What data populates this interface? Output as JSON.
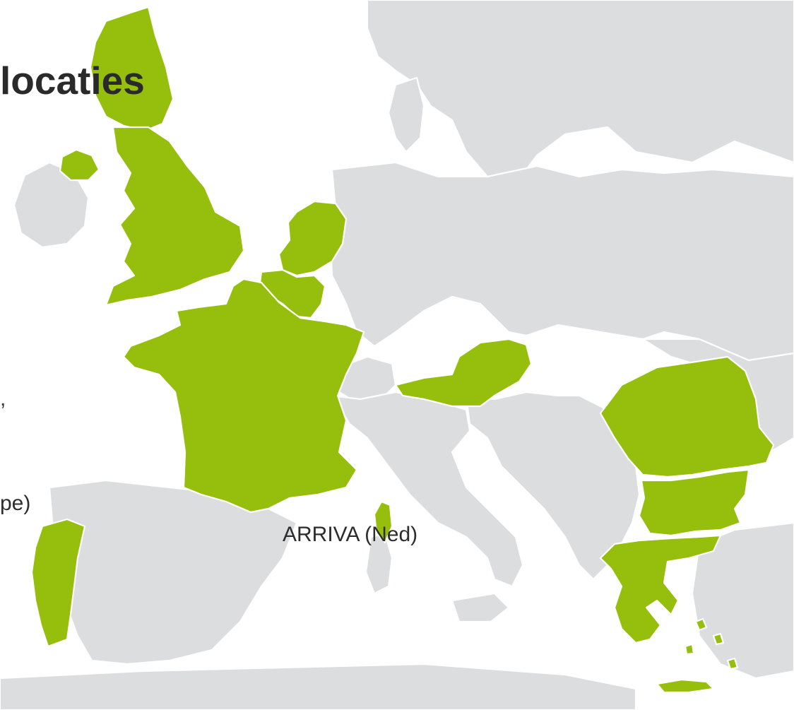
{
  "slide": {
    "title": "locaties",
    "lines": [
      "pe)",
      "ARRIVA (Ned)"
    ],
    "fragment": ","
  },
  "map": {
    "highlighted_countries": [
      "United Kingdom",
      "Netherlands",
      "Belgium",
      "France",
      "Austria",
      "Portugal",
      "Romania",
      "Bulgaria",
      "Greece",
      "Corsica"
    ],
    "colors": {
      "highlight": "#95be0d",
      "land": "#dcdddf",
      "border": "#ffffff",
      "sea": "#ffffff"
    }
  }
}
